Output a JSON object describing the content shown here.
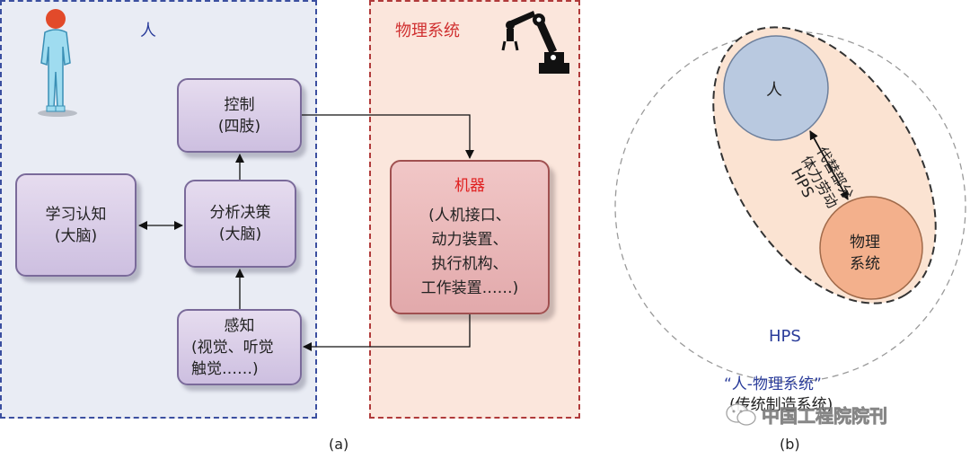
{
  "panel_a": {
    "human_title": "人",
    "physical_title": "物理系统",
    "boxes": {
      "control": {
        "line1": "控制",
        "line2": "(四肢)"
      },
      "learning": {
        "line1": "学习认知",
        "line2": "(大脑)"
      },
      "analysis": {
        "line1": "分析决策",
        "line2": "(大脑)"
      },
      "perception": {
        "line1": "感知",
        "line2": "(视觉、听觉",
        "line3": "触觉……)"
      },
      "machine": {
        "title": "机器",
        "line1": "(人机接口、",
        "line2": "动力装置、",
        "line3": "执行机构、",
        "line4": "工作装置……)"
      }
    },
    "caption": "(a)"
  },
  "panel_b": {
    "human_label": "人",
    "physical_label_line1": "物理",
    "physical_label_line2": "系统",
    "inner_hps": "HPS",
    "side_text_line1": "代替部分",
    "side_text_line2": "体力劳动",
    "outer_hps": "HPS",
    "bottom_line1": "“人-物理系统”",
    "bottom_line2": "(传统制造系统)",
    "caption": "(b)"
  },
  "watermark": "中国工程院院刊",
  "colors": {
    "human_panel_border": "#3b4fa0",
    "physical_panel_border": "#b03a3a",
    "physical_title": "#d03030",
    "human_title": "#2a3c9a",
    "machine_title": "#e02020",
    "human_circle": "#b9c9e0",
    "physical_circle": "#f3b08c",
    "ellipse_fill": "#fbe3d2",
    "hps_blue": "#2a3c9a"
  }
}
